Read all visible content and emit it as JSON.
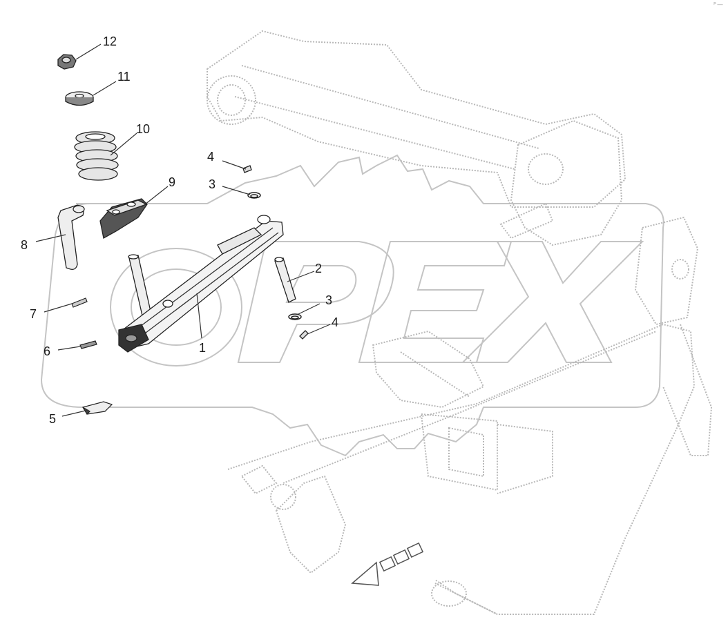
{
  "diagram": {
    "watermark_text": "OPEX",
    "corner_mark": "ᵖ—",
    "colors": {
      "line": "#222222",
      "ghost": "#b8b8b8",
      "watermark": "#c4c4c4",
      "part_fill": "#f2f2f2",
      "dark_part": "#4a4a4a"
    },
    "callouts": [
      {
        "id": "c12",
        "label": "12",
        "part": "nut"
      },
      {
        "id": "c11",
        "label": "11",
        "part": "washer"
      },
      {
        "id": "c10",
        "label": "10",
        "part": "spring"
      },
      {
        "id": "c4a",
        "label": "4",
        "part": "pin-upper"
      },
      {
        "id": "c9",
        "label": "9",
        "part": "bracket"
      },
      {
        "id": "c3a",
        "label": "3",
        "part": "ring-upper"
      },
      {
        "id": "c8",
        "label": "8",
        "part": "l-pin"
      },
      {
        "id": "c2",
        "label": "2",
        "part": "pin"
      },
      {
        "id": "c3b",
        "label": "3",
        "part": "ring-lower"
      },
      {
        "id": "c7",
        "label": "7",
        "part": "roll-pin"
      },
      {
        "id": "c4b",
        "label": "4",
        "part": "pin-lower"
      },
      {
        "id": "c1",
        "label": "1",
        "part": "arm"
      },
      {
        "id": "c6",
        "label": "6",
        "part": "spring-pin"
      },
      {
        "id": "c5",
        "label": "5",
        "part": "clip"
      }
    ]
  }
}
